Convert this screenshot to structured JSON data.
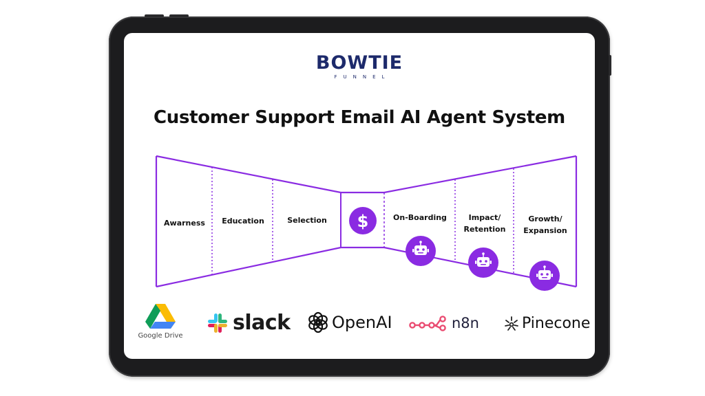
{
  "logo": {
    "main": "BOWTIE",
    "sub": "FUNNEL"
  },
  "title": "Customer Support Email AI Agent System",
  "stages": [
    {
      "label": "Awarness"
    },
    {
      "label": "Education"
    },
    {
      "label": "Selection"
    },
    {
      "label": "$"
    },
    {
      "label": "On-Boarding",
      "agent": true
    },
    {
      "label": "Impact/\nRetention",
      "agent": true
    },
    {
      "label": "Growth/\nExpansion",
      "agent": true
    }
  ],
  "icons": {
    "center": "dollar-icon",
    "agent": "robot-icon"
  },
  "integrations": [
    {
      "name": "Google Drive",
      "icon": "google-drive-icon"
    },
    {
      "name": "slack",
      "icon": "slack-icon"
    },
    {
      "name": "OpenAI",
      "icon": "openai-icon"
    },
    {
      "name": "n8n",
      "icon": "n8n-icon"
    },
    {
      "name": "Pinecone",
      "icon": "pinecone-icon"
    }
  ],
  "colors": {
    "purple": "#8a2be2",
    "navy": "#1d2a6b",
    "n8n": "#ea4b71"
  }
}
